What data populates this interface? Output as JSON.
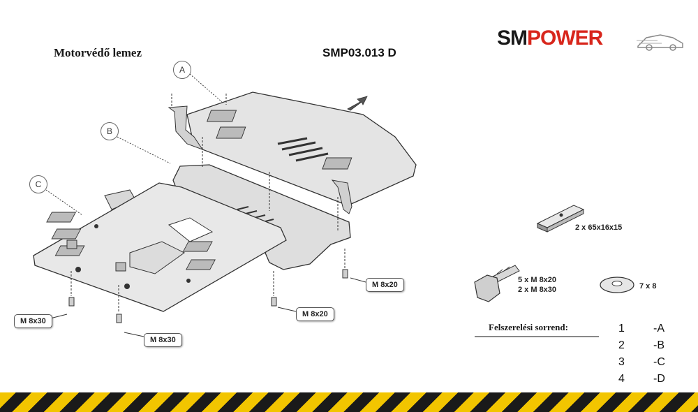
{
  "header": {
    "title": "Motorvédő lemez",
    "code": "SMP03.013 D",
    "logo_sm": "SM",
    "logo_power": "POWER",
    "logo_sm_color": "#1a1a1a",
    "logo_power_color": "#d8261c"
  },
  "parts": {
    "a": "A",
    "b": "B",
    "c": "C"
  },
  "callouts": {
    "bolt_left": "M 8x30",
    "bolt_bottom": "M 8x30",
    "bolt_center": "M 8x20",
    "bolt_right": "M 8x20"
  },
  "hardware": {
    "spacer": "2 x  65x16x15",
    "bolts_line1": "5 x M 8x20",
    "bolts_line2": "2 x M 8x30",
    "washer": "7 x   8"
  },
  "sequence": {
    "heading": "Felszerelési sorrend:",
    "steps": [
      {
        "num": "1",
        "part": "-A"
      },
      {
        "num": "2",
        "part": "-B"
      },
      {
        "num": "3",
        "part": "-C"
      },
      {
        "num": "4",
        "part": "-D"
      }
    ]
  }
}
